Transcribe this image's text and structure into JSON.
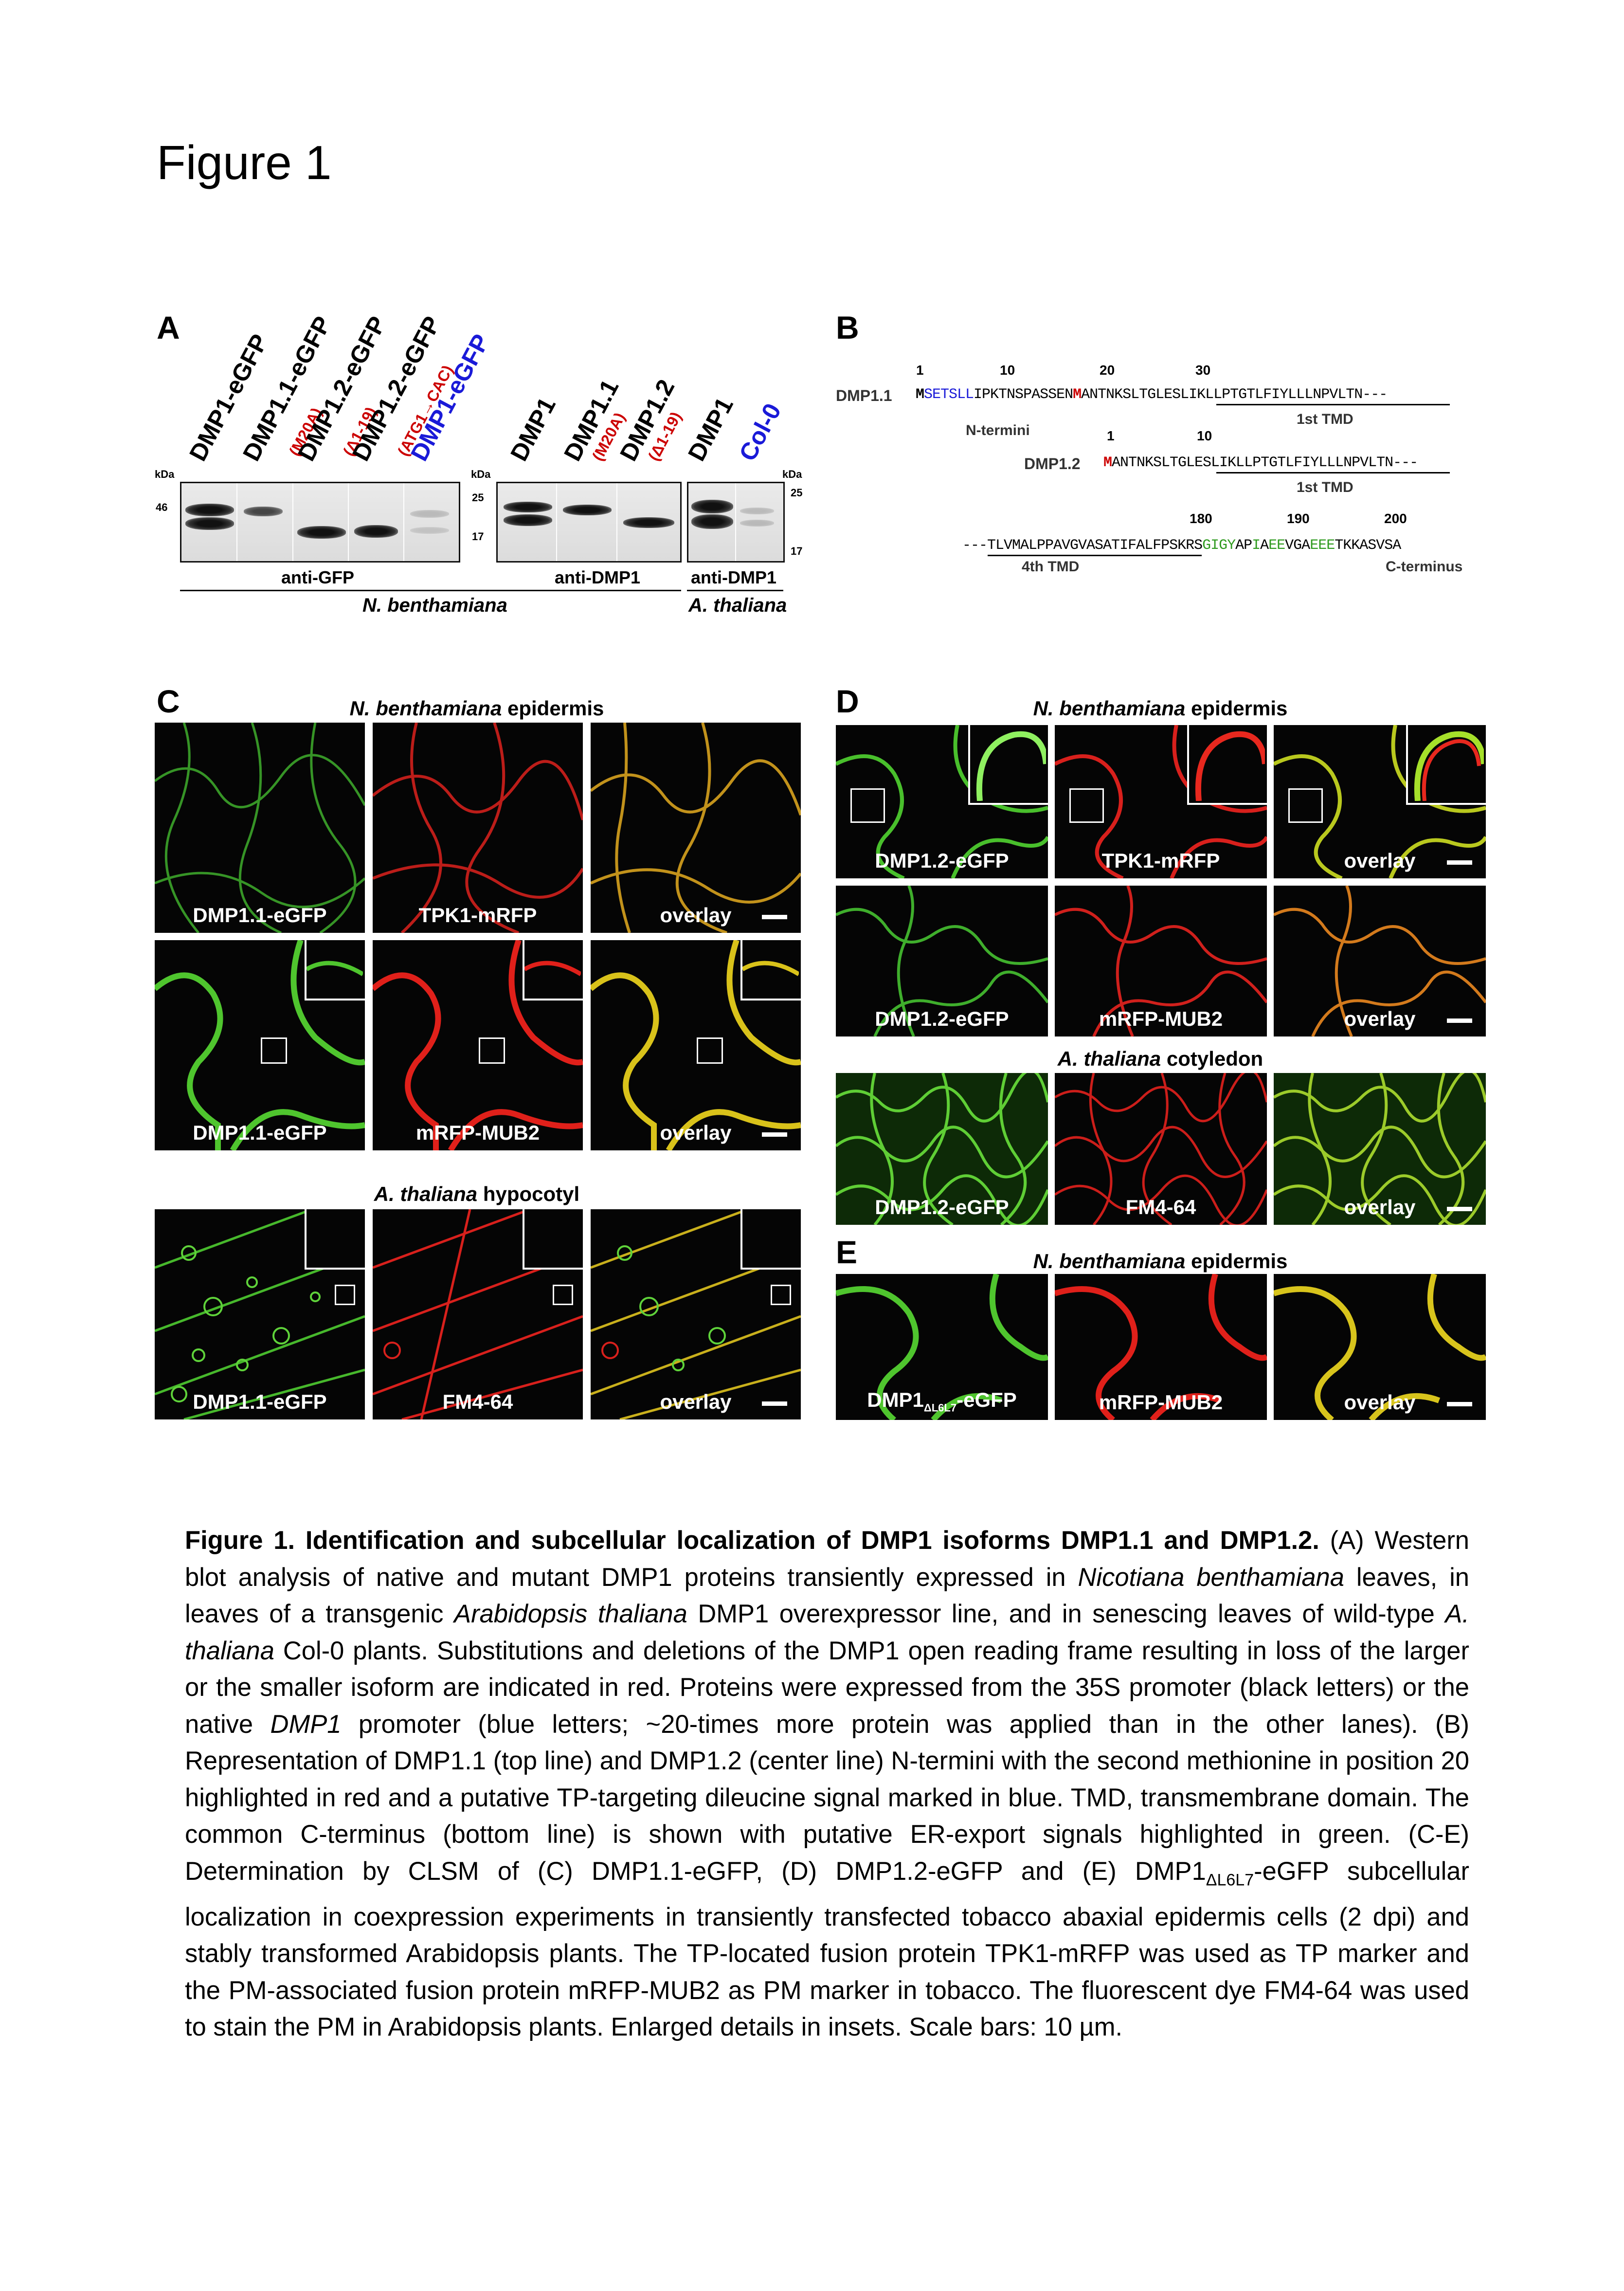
{
  "figure_title": "Figure 1",
  "panels": {
    "a": "A",
    "b": "B",
    "c": "C",
    "d": "D",
    "e": "E"
  },
  "panel_a": {
    "gfp_lanes": [
      "DMP1-eGFP",
      "DMP1.1-eGFP",
      "DMP1.2-eGFP",
      "DMP1.2-eGFP",
      "DMP1-eGFP"
    ],
    "gfp_muts": [
      "(M20A)",
      "(Δ1-19)",
      "(ATG1→CAC)"
    ],
    "dmp_lanes": [
      "DMP1",
      "DMP1.1",
      "DMP1.2"
    ],
    "dmp_muts": [
      "(M20A)",
      "(Δ1-19)"
    ],
    "at_lanes": [
      "DMP1",
      "Col-0"
    ],
    "kda": "kDa",
    "mw_46": "46",
    "mw_25": "25",
    "mw_17": "17",
    "ab_gfp": "anti-GFP",
    "ab_dmp": "anti-DMP1",
    "ab_dmp2": "anti-DMP1",
    "sp_nb": "N. benthamiana",
    "sp_at": "A. thaliana",
    "colors": {
      "black": "#000000",
      "red": "#c00000",
      "blue": "#1a1ad8"
    }
  },
  "panel_b": {
    "dmp11_name": "DMP1.1",
    "dmp12_name": "DMP1.2",
    "pos_1": "1",
    "pos_10": "10",
    "pos_20": "20",
    "pos_30": "30",
    "pos2_1": "1",
    "pos2_10": "10",
    "pos_180": "180",
    "pos_190": "190",
    "pos_200": "200",
    "seq11_m1": "M",
    "seq11_blue": "SETSLL",
    "seq11_mid": "IPKTNSPASSEN",
    "seq11_m20": "M",
    "seq11_rest": "ANTNKSLTGLESLIKLLPTGTLFIYLLLNPVLTN",
    "seq11_tail": "---",
    "seq12_m": "M",
    "seq12_rest": "ANTNKSLTGLESLIKLLPTGTLFIYLLLNPVLTN",
    "seq12_tail": "---",
    "ct_head": "---",
    "ct_a": "TLVMALPPAVGVASATIFALFPSKRS",
    "ct_g1": "GIGY",
    "ct_b": "AP",
    "ct_g2": "I",
    "ct_c": "A",
    "ct_g3": "EE",
    "ct_d": "VGA",
    "ct_g4": "EEE",
    "ct_e": "TKKASVSA",
    "nterm": "N-termini",
    "tmd1": "1st TMD",
    "tmd1b": "1st TMD",
    "tmd4": "4th TMD",
    "cterm": "C-terminus"
  },
  "panel_c": {
    "heading_sp": "N. benthamiana",
    "heading_rest": " epidermis",
    "heading2_sp": "A. thaliana",
    "heading2_rest": " hypocotyl",
    "row1": [
      "DMP1.1-eGFP",
      "TPK1-mRFP",
      "overlay"
    ],
    "row2": [
      "DMP1.1-eGFP",
      "mRFP-MUB2",
      "overlay"
    ],
    "row3": [
      "DMP1.1-eGFP",
      "FM4-64",
      "overlay"
    ]
  },
  "panel_d": {
    "heading_sp": "N. benthamiana",
    "heading_rest": " epidermis",
    "heading2_sp": "A. thaliana",
    "heading2_rest": " cotyledon",
    "row1": [
      "DMP1.2-eGFP",
      "TPK1-mRFP",
      "overlay"
    ],
    "row2": [
      "DMP1.2-eGFP",
      "mRFP-MUB2",
      "overlay"
    ],
    "row3": [
      "DMP1.2-eGFP",
      "FM4-64",
      "overlay"
    ]
  },
  "panel_e": {
    "heading_sp": "N. benthamiana",
    "heading_rest": " epidermis",
    "row1_base": "DMP1",
    "row1_sub": "ΔL6L7",
    "row1_suffix": "-eGFP",
    "row1": [
      "mRFP-MUB2",
      "overlay"
    ]
  },
  "caption": {
    "title": "Figure 1. Identification and subcellular localization of DMP1 isoforms DMP1.1 and DMP1.2.",
    "t1": " (A) Western blot analysis of native and mutant DMP1 proteins transiently expressed in ",
    "i1": "Nicotiana benthamiana",
    "t2": " leaves, in leaves of a transgenic ",
    "i2": "Arabidopsis thaliana",
    "t3": " DMP1 overexpressor line, and in senescing leaves of wild-type ",
    "i3": "A. thaliana",
    "t4": " Col-0 plants. Substitutions and deletions of the DMP1 open reading frame resulting in loss of the larger or the smaller isoform are indicated in red. Proteins were expressed from the 35S promoter (black letters) or the native ",
    "i4": "DMP1",
    "t5": " promoter (blue letters; ~20-times more protein was applied than in the other lanes). (B) Representation of DMP1.1 (top line) and DMP1.2 (center line) N-termini with the second methionine in position 20 highlighted in red and a putative TP-targeting dileucine signal marked in blue. TMD, transmembrane domain. The common C-terminus (bottom line) is shown with putative ER-export signals highlighted in green. (C-E) Determination by CLSM of (C) DMP1.1-eGFP, (D) DMP1.2-eGFP and (E) DMP1",
    "sub": "ΔL6L7",
    "t6": "-eGFP subcellular localization in coexpression experiments in transiently transfected tobacco abaxial epidermis cells (2 dpi) and stably transformed Arabidopsis plants. The TP-located fusion protein TPK1-mRFP was used as TP marker and the PM-associated fusion protein mRFP-MUB2 as PM marker in tobacco. The fluorescent dye FM4-64 was used to stain the PM in Arabidopsis plants. Enlarged details in insets. Scale bars: 10 µm."
  }
}
